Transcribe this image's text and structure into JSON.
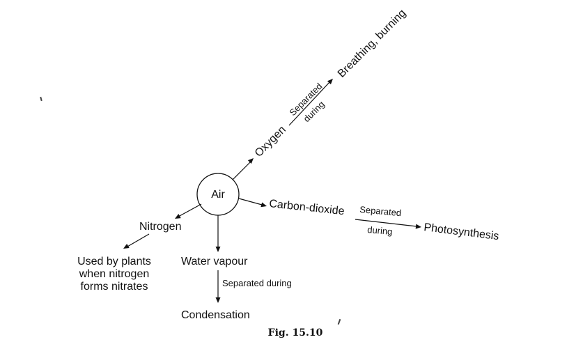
{
  "center": "Air",
  "oxygen": {
    "label": "Oxygen",
    "connector_top": "Separated",
    "connector_bottom": "during",
    "target": "Breathing, burning"
  },
  "carbon_dioxide": {
    "label": "Carbon-dioxide",
    "connector_top": "Separated",
    "connector_bottom": "during",
    "target": "Photosynthesis"
  },
  "nitrogen": {
    "label": "Nitrogen",
    "target_lines": [
      "Used by plants",
      "when nitrogen",
      "forms nitrates"
    ]
  },
  "water_vapour": {
    "label": "Water vapour",
    "connector": "Separated during",
    "target": "Condensation"
  },
  "caption": "Fig. 15.10"
}
